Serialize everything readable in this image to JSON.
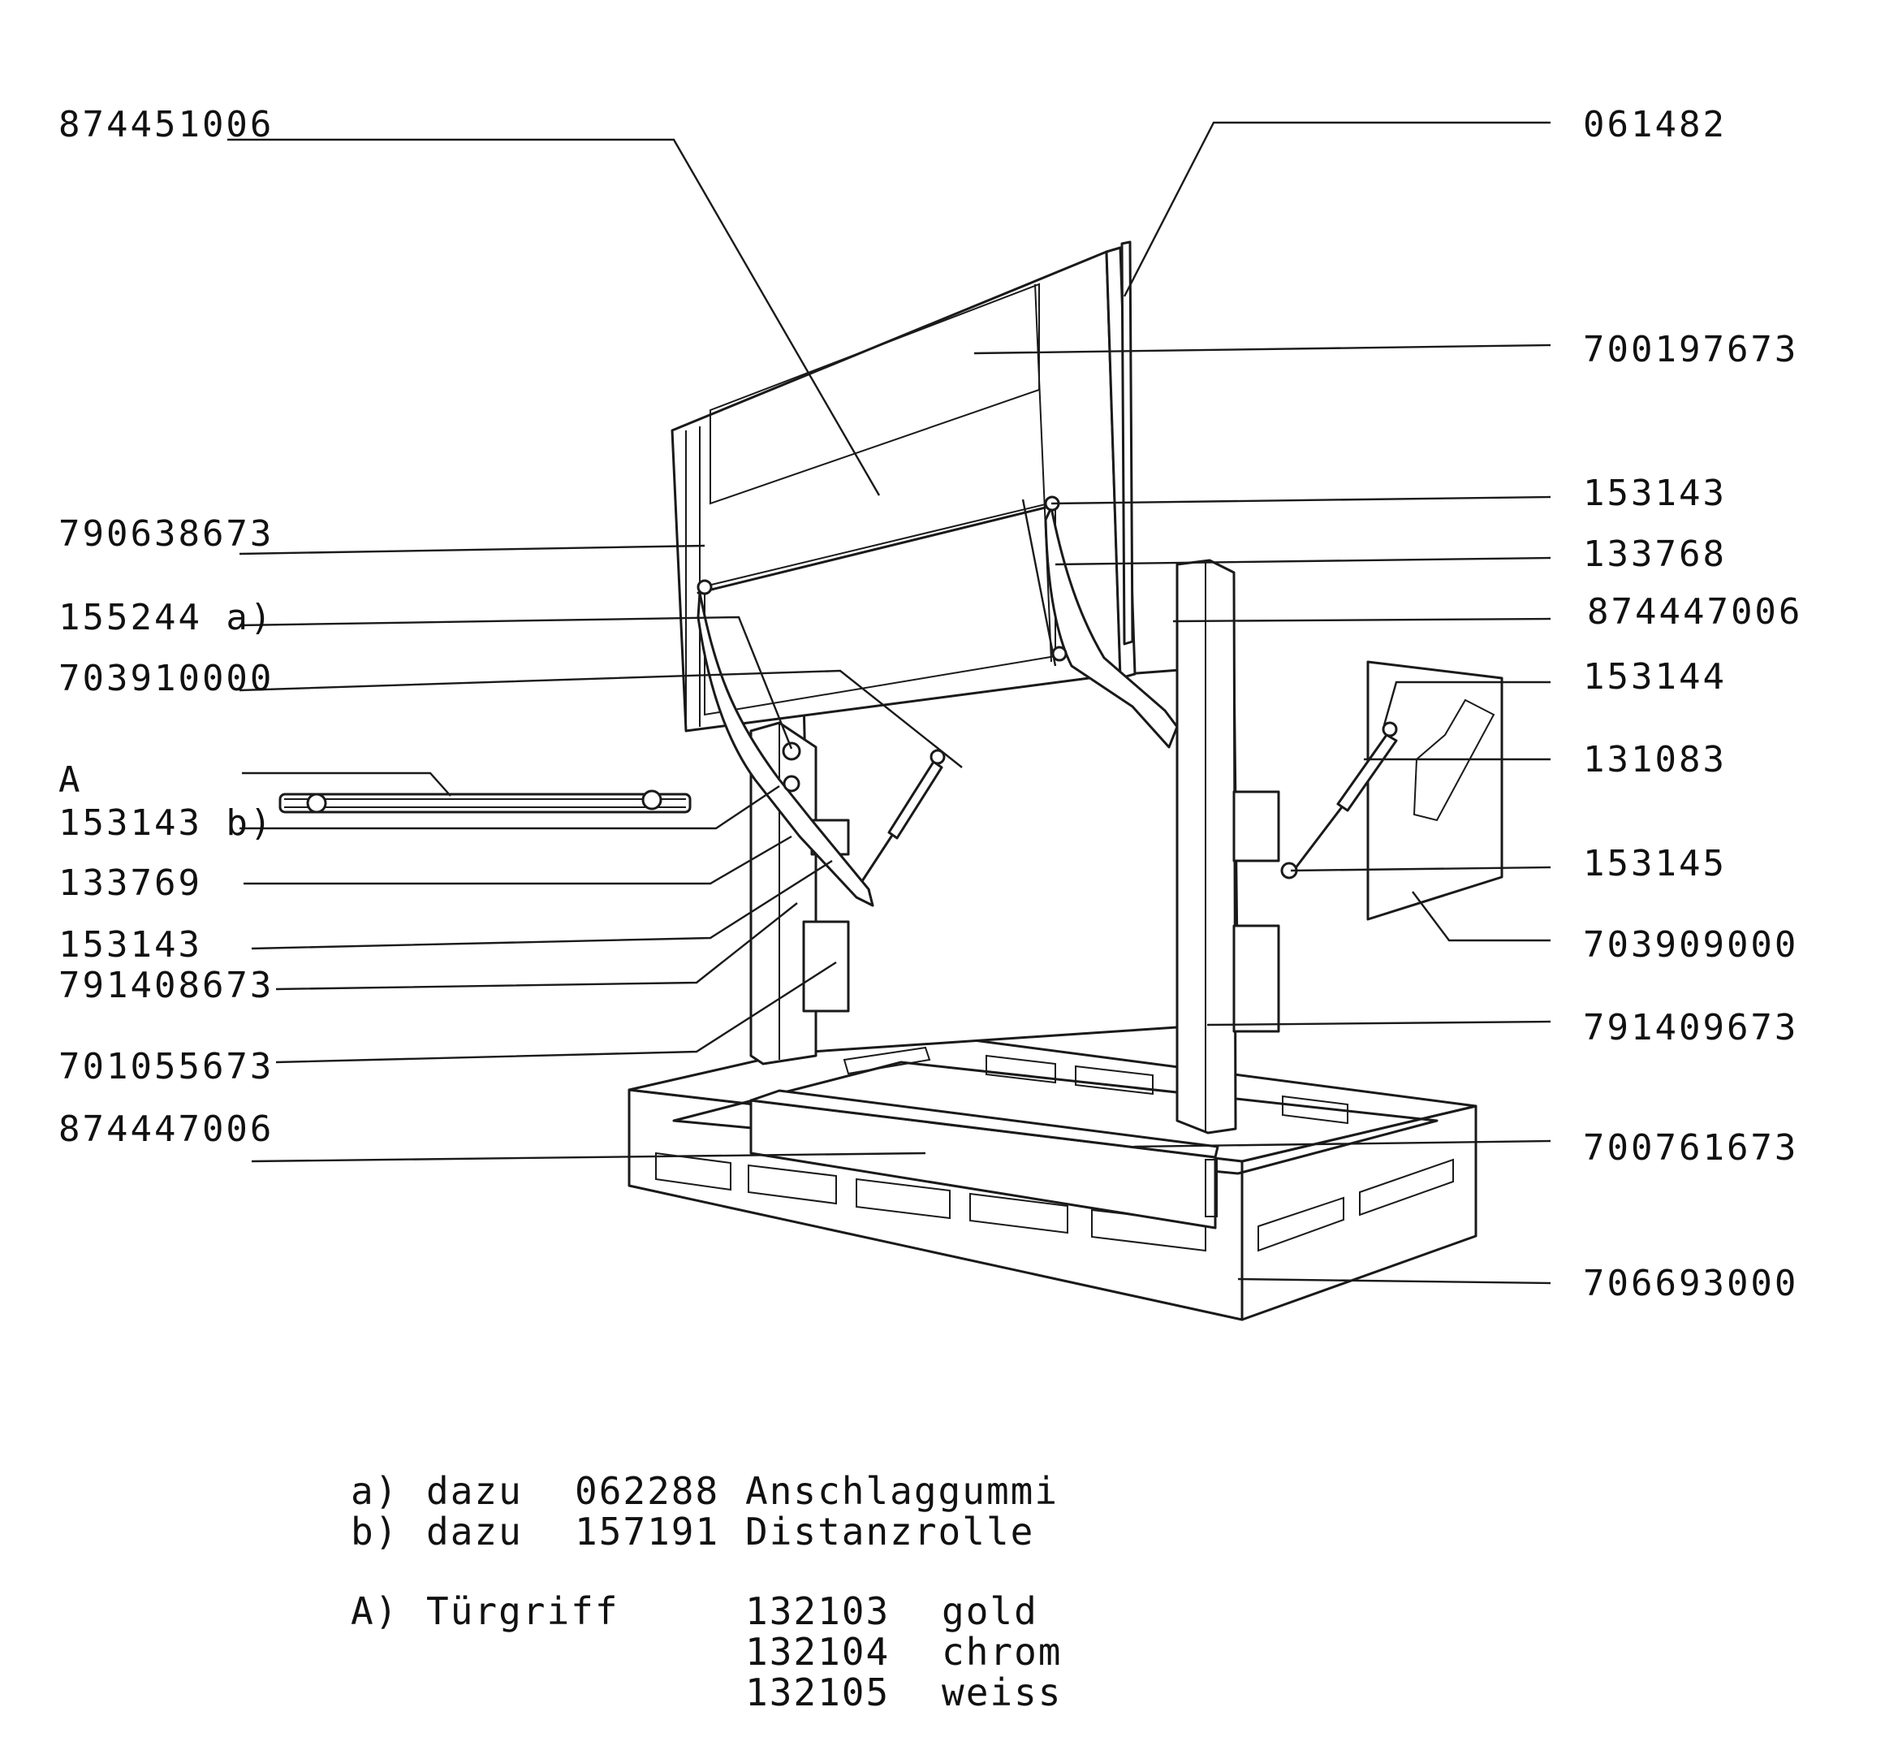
{
  "labels": {
    "l_874451006": "874451006",
    "l_061482": "061482",
    "l_700197673": "700197673",
    "l_790638673": "790638673",
    "l_153143_top": "153143",
    "l_133768": "133768",
    "l_155244a": "155244 a)",
    "l_874447006_right": "874447006",
    "l_703910000": "703910000",
    "l_153144": "153144",
    "l_A": "A",
    "l_153143b": "153143 b)",
    "l_131083": "131083",
    "l_133769": "133769",
    "l_153145": "153145",
    "l_153143_mid": "153143",
    "l_703909000": "703909000",
    "l_791408673": "791408673",
    "l_791409673": "791409673",
    "l_701055673": "701055673",
    "l_874447006_left": "874447006",
    "l_700761673": "700761673",
    "l_706693000": "706693000"
  },
  "legend": {
    "row_a": {
      "key": "a)",
      "word": "dazu",
      "part": "062288",
      "name": "Anschlaggummi"
    },
    "row_b": {
      "key": "b)",
      "word": "dazu",
      "part": "157191",
      "name": "Distanzrolle"
    },
    "handle": {
      "key": "A)",
      "name": "Türgriff",
      "options": [
        {
          "part": "132103",
          "finish": "gold"
        },
        {
          "part": "132104",
          "finish": "chrom"
        },
        {
          "part": "132105",
          "finish": "weiss"
        }
      ]
    }
  }
}
